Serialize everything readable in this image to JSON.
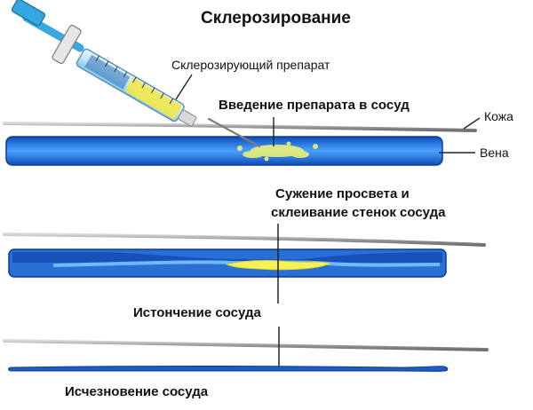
{
  "diagram": {
    "title": "Склерозирование",
    "labels": {
      "drug": "Склерозирующий препарат",
      "skin": "Кожа",
      "vein": "Вена"
    },
    "stages": [
      {
        "caption": "Введение препарата в сосуд"
      },
      {
        "caption_line1": "Сужение просвета и",
        "caption_line2": "склеивание стенок сосуда",
        "caption_below": "Истончение сосуда"
      },
      {
        "caption": "Исчезновение сосуда"
      }
    ]
  },
  "colors": {
    "vein_dark": "#1d5cc4",
    "vein_light": "#49a7ff",
    "skin_line": "#8f8f8f",
    "drug_yellow": "#f4f055",
    "syringe_blue": "#44aee6"
  }
}
